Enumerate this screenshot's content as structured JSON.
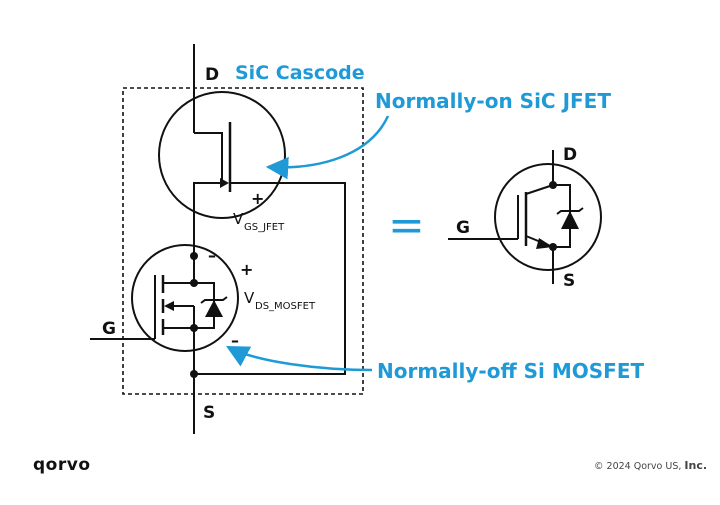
{
  "diagram": {
    "title": "SiC Cascode",
    "label_jfet": "Normally-on SiC JFET",
    "label_mosfet": "Normally-off Si MOSFET",
    "pins": {
      "drain": "D",
      "gate": "G",
      "source": "S",
      "drain_right": "D",
      "gate_right": "G",
      "source_right": "S"
    },
    "voltages": {
      "vgs_main": "V",
      "vgs_sub": "GS_JFET",
      "vds_main": "V",
      "vds_sub": "DS_MOSFET",
      "plus_top": "+",
      "minus_top": "–",
      "plus_bottom": "+",
      "minus_bottom": "–"
    },
    "equals": "="
  },
  "footer": {
    "logo": "qorvo",
    "copyright": "© 2024 Qorvo US, ",
    "copyright_inc": "Inc."
  },
  "colors": {
    "accent": "#1f9ad6",
    "line": "#111111"
  }
}
